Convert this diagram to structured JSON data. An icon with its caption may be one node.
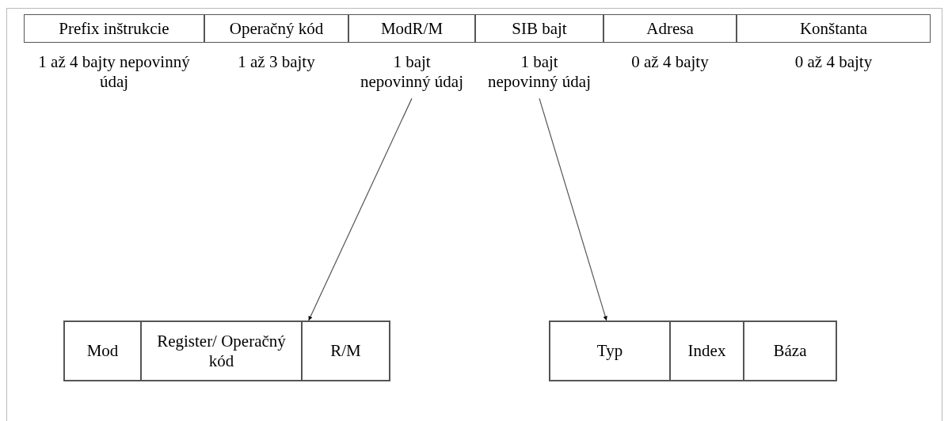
{
  "diagram": {
    "nodes": [
      {
        "text": [
          "Prefix inštrukcie"
        ],
        "beside": [
          "1 až 4 bajty nepovinný údaj"
        ]
      },
      {
        "text": [
          "Operačný kód"
        ],
        "beside": [
          "1 až 3 bajty"
        ]
      },
      {
        "text": [
          "ModR/M"
        ],
        "beside": [
          "1 bajt nepovinný údaj"
        ]
      },
      {
        "text": [
          "SIB bajt"
        ],
        "beside": [
          "1 bajt nepovinný údaj"
        ]
      },
      {
        "text": [
          "Adresa"
        ],
        "beside": [
          "0 až 4 bajty"
        ]
      },
      {
        "text": [
          "Konštanta"
        ],
        "beside": [
          "0 až 4 bajty"
        ]
      },
      {
        "text": [],
        "shape": "box"
      },
      {
        "text": [
          "Mod"
        ],
        "in": 6
      },
      {
        "text": [
          "Register/ Operačný kód"
        ],
        "in": 6
      },
      {
        "text": [
          "R/M"
        ],
        "in": 6
      },
      {
        "text": [],
        "shape": "box"
      },
      {
        "text": [
          "Typ"
        ],
        "in": 10
      },
      {
        "text": [
          "Index"
        ],
        "in": 10
      },
      {
        "text": [
          "Báza"
        ],
        "in": 10
      }
    ],
    "edges": [
      {
        "from": 2,
        "to": 6,
        "arrow": "to"
      },
      {
        "from": 3,
        "to": 10,
        "arrow": "to"
      }
    ]
  }
}
